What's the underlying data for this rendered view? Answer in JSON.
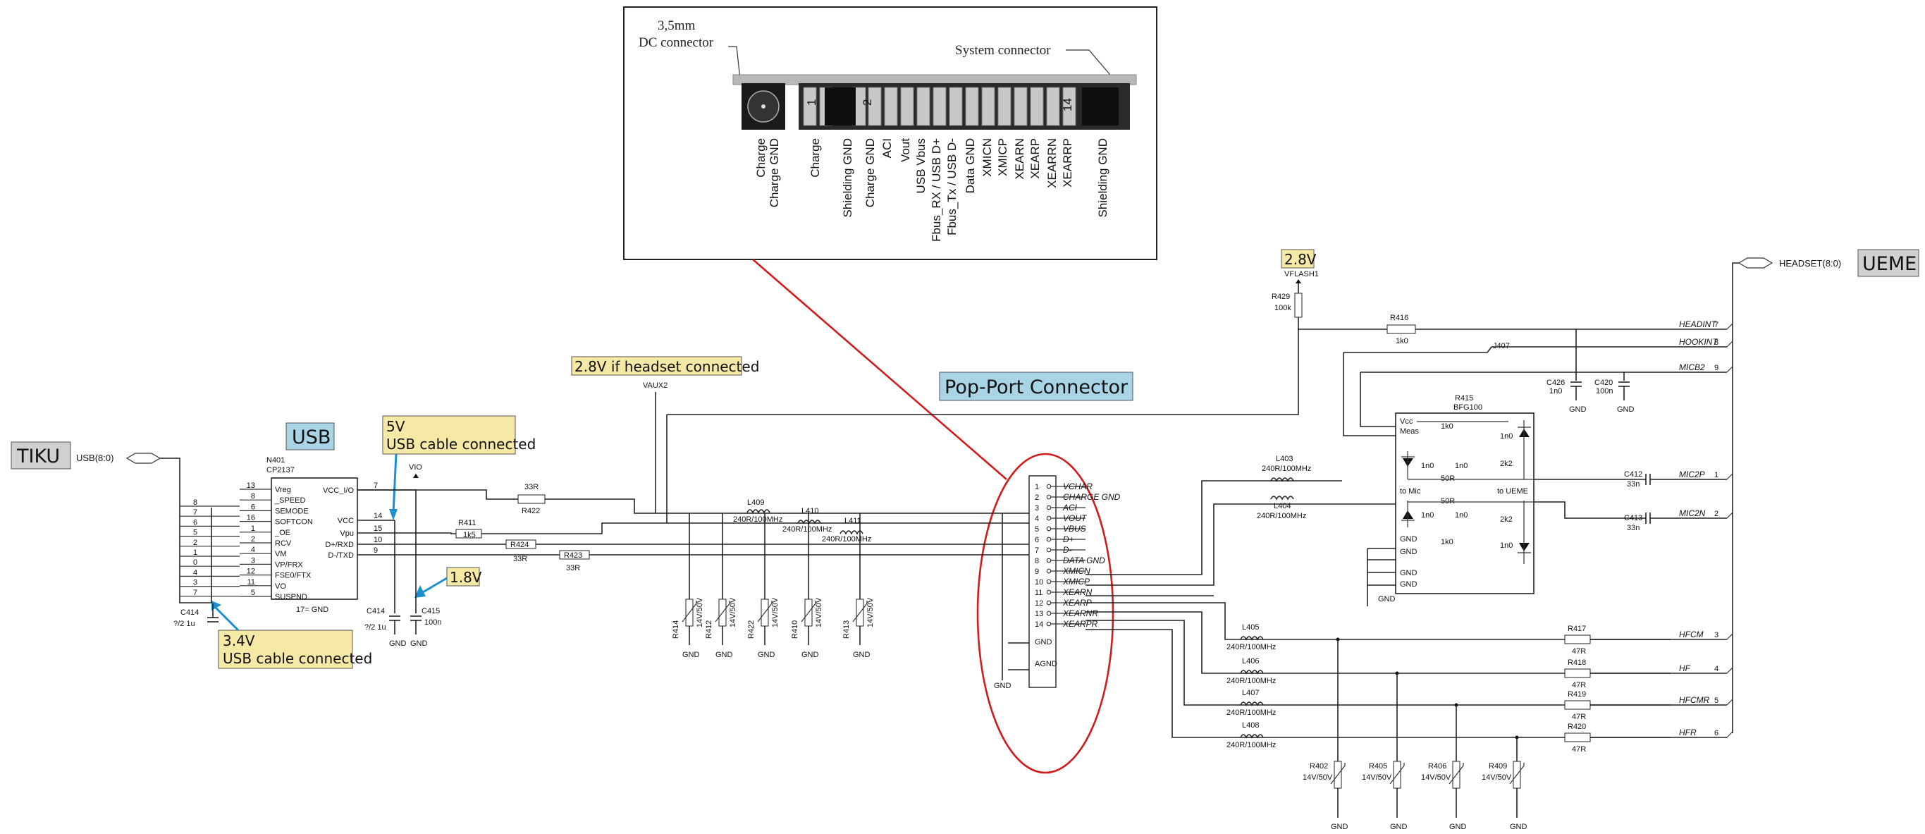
{
  "colors": {
    "yellow_label": "#f6e9a6",
    "blue_label": "#a9d4e6",
    "gray_label": "#d0d0d0",
    "arrow": "#1c8fd0",
    "ellipse": "#d01c1c"
  },
  "inset": {
    "dc_title_line1": "3,5mm",
    "dc_title_line2": "DC connector",
    "sys_title": "System connector",
    "pin_1": "1",
    "pin_2": "2",
    "pin_14": "14",
    "dc_labels": [
      "Charge",
      "Charge GND"
    ],
    "pin_labels": [
      "Charge",
      "Shielding GND",
      "Charge GND",
      "ACI",
      "Vout",
      "USB Vbus",
      "Fbus_RX / USB D+",
      "Fbus_Tx / USB D-",
      "Data GND",
      "XMICN",
      "XMICP",
      "XEARN",
      "XEARP",
      "XEARRN",
      "XEARRP",
      "Shielding GND"
    ]
  },
  "labels": {
    "tiku": "TIKU",
    "usb_bus": "USB(8:0)",
    "usb": "USB",
    "usb_5v_line1": "5V",
    "usb_5v_line2": "USB cable connected",
    "v18": "1.8V",
    "v34_line1": "3.4V",
    "v34_line2": "USB cable connected",
    "vio": "VIO",
    "headset_note": "2.8V if headset connected",
    "vaux2": "VAUX2",
    "popport": "Pop-Port Connector",
    "v28": "2.8V",
    "vflash1": "VFLASH1",
    "headset_bus": "HEADSET(8:0)",
    "ueme": "UEME"
  },
  "ic_n401": {
    "ref": "N401",
    "part": "CP2137",
    "left_pins": [
      {
        "num": "13",
        "name": "Vreg"
      },
      {
        "num": "8",
        "name": "_SPEED"
      },
      {
        "num": "6",
        "name": "SEMODE"
      },
      {
        "num": "16",
        "name": "SOFTCON"
      },
      {
        "num": "1",
        "name": "_OE"
      },
      {
        "num": "2",
        "name": "RCV"
      },
      {
        "num": "4",
        "name": "VM"
      },
      {
        "num": "3",
        "name": "VP/FRX"
      },
      {
        "num": "12",
        "name": "FSE0/FTX"
      },
      {
        "num": "11",
        "name": "VO"
      },
      {
        "num": "5",
        "name": "SUSPND"
      }
    ],
    "right_pins": [
      {
        "num": "7",
        "name": "VCC_I/O"
      },
      {
        "num": "14",
        "name": "VCC"
      },
      {
        "num": "15",
        "name": "Vpu"
      },
      {
        "num": "10",
        "name": "D+/RXD"
      },
      {
        "num": "9",
        "name": "D-/TXD"
      }
    ],
    "gnd_note": "17= GND",
    "bus_indices": [
      "8",
      "7",
      "6",
      "5",
      "2",
      "1",
      "0",
      "4",
      "3",
      "7"
    ]
  },
  "components": {
    "c414a": "C414",
    "c414a_val": "?/2 1u",
    "c414b": "C414",
    "c414b_val": "?/2 1u",
    "c415": "C415",
    "c415_val": "100n",
    "r411": "R411",
    "r411_val": "1k5",
    "r422_top": "33R",
    "r422_top_ref": "R422",
    "r424": "R424",
    "r424_val": "33R",
    "r423": "R423",
    "r423_val": "33R",
    "l409": "L409",
    "l409_val": "240R/100MHz",
    "l410": "L410",
    "l410_val": "240R/100MHz",
    "l411": "L411",
    "l411_val": "240R/100MHz",
    "varistors_left": [
      {
        "ref": "R414",
        "val": "14V/50V"
      },
      {
        "ref": "R412",
        "val": "14V/50V"
      },
      {
        "ref": "R422",
        "val": "14V/50V"
      },
      {
        "ref": "R410",
        "val": "14V/50V"
      },
      {
        "ref": "R413",
        "val": "14V/50V"
      }
    ],
    "r429": "R429",
    "r429_val": "100k",
    "r416": "R416",
    "r416_val": "1k0",
    "j407": "J407",
    "c426": "C426",
    "c426_val": "1n0",
    "c420": "C420",
    "c420_val": "100n",
    "r415": "R415",
    "r415_part": "BFG100",
    "l403": "L403",
    "l403_val": "240R/100MHz",
    "l404": "L404",
    "l404_val": "240R/100MHz",
    "c412": "C412",
    "c412_val": "33n",
    "c413": "C413",
    "c413_val": "33n",
    "l405": "L405",
    "l405_val": "240R/100MHz",
    "l406": "L406",
    "l406_val": "240R/100MHz",
    "l407": "L407",
    "l407_val": "240R/100MHz",
    "l408": "L408",
    "l408_val": "240R/100MHz",
    "r417": "R417",
    "r417_val": "47R",
    "r418": "R418",
    "r418_val": "47R",
    "r419": "R419",
    "r419_val": "47R",
    "r420": "R420",
    "r420_val": "47R",
    "varistors_right": [
      {
        "ref": "R402",
        "val": "14V/50V"
      },
      {
        "ref": "R405",
        "val": "14V/50V"
      },
      {
        "ref": "R406",
        "val": "14V/50V"
      },
      {
        "ref": "R409",
        "val": "14V/50V"
      }
    ],
    "gnd": "GND"
  },
  "ueme_block": {
    "vcc": "Vcc",
    "meas": "Meas",
    "to_mic": "to Mic",
    "to_ueme": "to UEME",
    "r1k0": "1k0",
    "r50r": "50R",
    "r2k2": "2k2",
    "c1n0": "1n0"
  },
  "popport": {
    "pins": [
      {
        "num": "1",
        "name": "VCHAR"
      },
      {
        "num": "2",
        "name": "CHARGE GND"
      },
      {
        "num": "3",
        "name": "ACI"
      },
      {
        "num": "4",
        "name": "VOUT"
      },
      {
        "num": "5",
        "name": "VBUS"
      },
      {
        "num": "6",
        "name": "D+"
      },
      {
        "num": "7",
        "name": "D-"
      },
      {
        "num": "8",
        "name": "DATA GND"
      },
      {
        "num": "9",
        "name": "XMICN"
      },
      {
        "num": "10",
        "name": "XMICP"
      },
      {
        "num": "11",
        "name": "XEARN"
      },
      {
        "num": "12",
        "name": "XEARP"
      },
      {
        "num": "13",
        "name": "XEARNR"
      },
      {
        "num": "14",
        "name": "XEARPR"
      }
    ],
    "gnd_label": "GND",
    "agnd_label": "AGND"
  },
  "headset_signals": [
    {
      "name": "HEADINT",
      "num": "7"
    },
    {
      "name": "HOOKINT",
      "num": "8"
    },
    {
      "name": "MICB2",
      "num": "9"
    },
    {
      "name": "MIC2P",
      "num": "1"
    },
    {
      "name": "MIC2N",
      "num": "2"
    },
    {
      "name": "HFCM",
      "num": "3"
    },
    {
      "name": "HF",
      "num": "4"
    },
    {
      "name": "HFCMR",
      "num": "5"
    },
    {
      "name": "HFR",
      "num": "6"
    }
  ]
}
